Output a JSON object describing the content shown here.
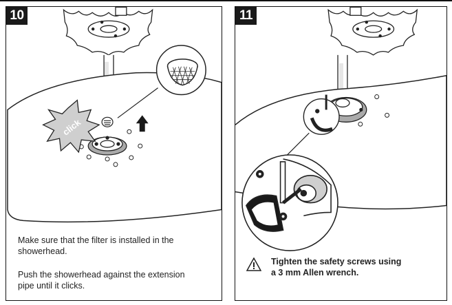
{
  "steps": [
    {
      "number": "10",
      "burst_label": "click",
      "instructions": [
        "Make sure that the filter is installed in the showerhead.",
        "Push the showerhead against the extension pipe until it clicks."
      ]
    },
    {
      "number": "11",
      "warning_icon": "warning-triangle-icon",
      "warning_text": "Tighten the safety screws using a 3 mm Allen wrench."
    }
  ]
}
